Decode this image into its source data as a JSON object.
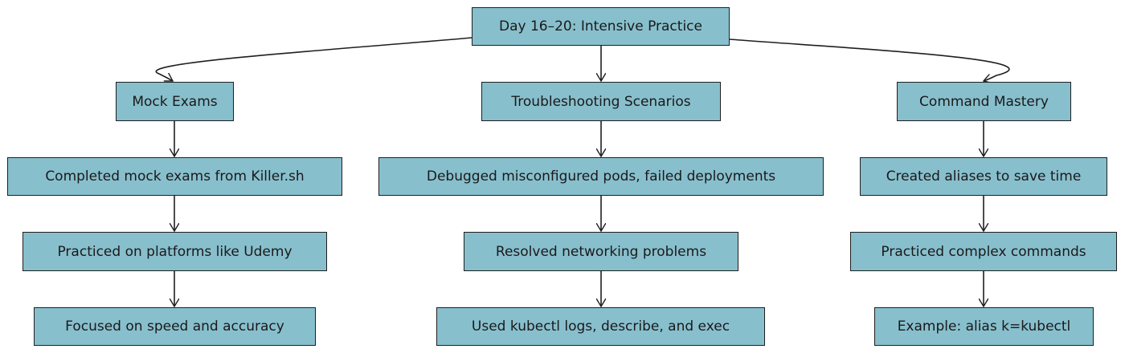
{
  "diagram": {
    "root": "Day 16–20: Intensive Practice",
    "branches": [
      {
        "title": "Mock Exams",
        "steps": [
          "Completed mock exams from Killer.sh",
          "Practiced on platforms like Udemy",
          "Focused on speed and accuracy"
        ]
      },
      {
        "title": "Troubleshooting Scenarios",
        "steps": [
          "Debugged misconfigured pods, failed deployments",
          "Resolved networking problems",
          "Used kubectl logs, describe, and exec"
        ]
      },
      {
        "title": "Command Mastery",
        "steps": [
          "Created aliases to save time",
          "Practiced complex commands",
          "Example: alias k=kubectl"
        ]
      }
    ]
  },
  "colors": {
    "node_fill": "#88bfcd",
    "stroke": "#1f1f1f"
  }
}
